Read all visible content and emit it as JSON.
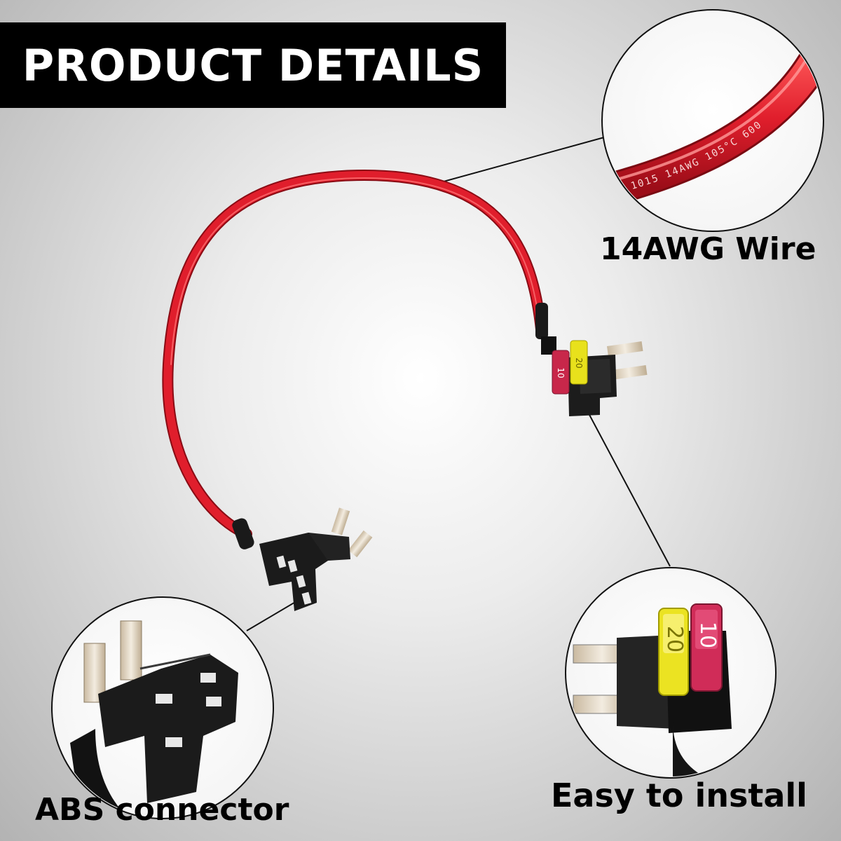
{
  "header": {
    "title": "PRODUCT DETAILS"
  },
  "callouts": {
    "wire": {
      "label": "14AWG Wire",
      "wire_print": "1015 14AWG 105°C 600"
    },
    "install": {
      "label": "Easy to install",
      "fuse_left": "20",
      "fuse_right": "10"
    },
    "connector": {
      "label": "ABS connector"
    }
  },
  "product": {
    "fuse_red": "10",
    "fuse_yellow": "20"
  },
  "colors": {
    "wire": "#e01e2c",
    "header_bg": "#000000",
    "fuse_red": "#c8274a",
    "fuse_yellow": "#e8e11c"
  }
}
